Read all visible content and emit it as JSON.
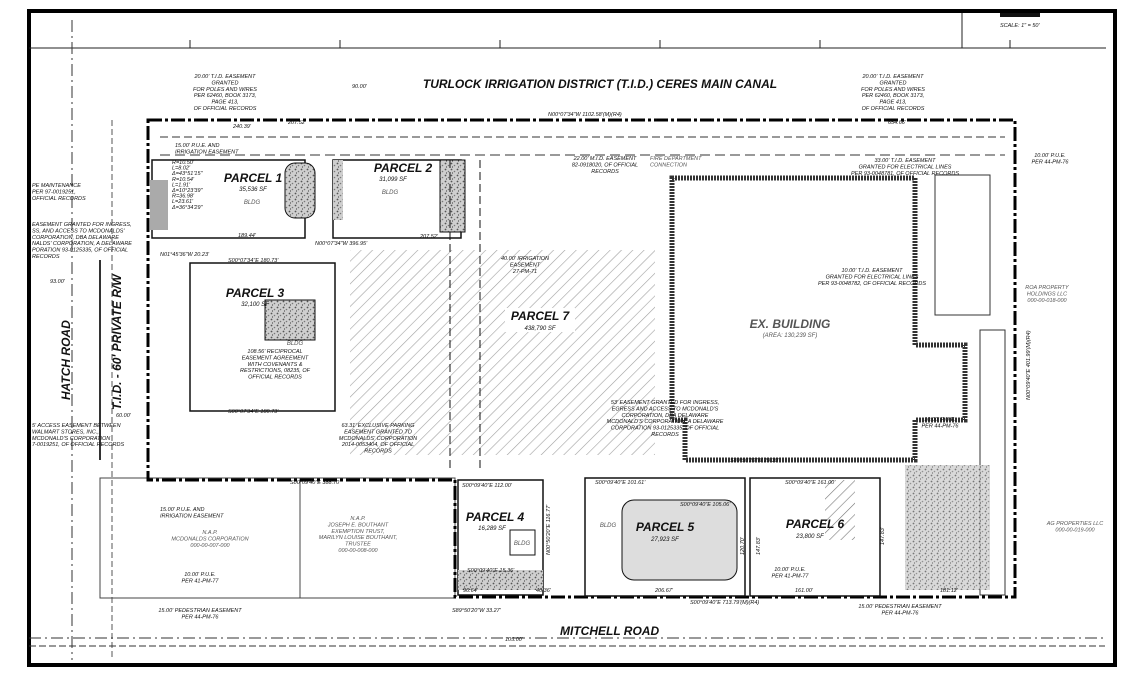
{
  "scale": "SCALE: 1\" = 50'",
  "canal_title": "TURLOCK IRRIGATION DISTRICT (T.I.D.) CERES MAIN CANAL",
  "roads": {
    "hatch": "HATCH ROAD",
    "tid": "T.I.D. - 60' PRIVATE R/W",
    "mitchell": "MITCHELL ROAD"
  },
  "parcels": [
    {
      "label": "PARCEL 1",
      "area": "35,536 SF",
      "bldg": "BLDG"
    },
    {
      "label": "PARCEL 2",
      "area": "31,099 SF",
      "bldg": "BLDG"
    },
    {
      "label": "PARCEL 3",
      "area": "32,100 SF",
      "bldg": "BLDG"
    },
    {
      "label": "PARCEL 4",
      "area": "16,289 SF",
      "bldg": "BLDG"
    },
    {
      "label": "PARCEL 5",
      "area": "27,923 SF",
      "bldg": "BLDG"
    },
    {
      "label": "PARCEL 6",
      "area": "23,800 SF"
    },
    {
      "label": "PARCEL 7",
      "area": "438,790 SF"
    }
  ],
  "ex_building": {
    "label": "EX. BUILDING",
    "area": "(AREA: 130,239 SF)"
  },
  "notes": {
    "tid_nw": [
      "20.00' T.I.D. EASEMENT",
      "GRANTED",
      "FOR POLES AND WIRES",
      "PER 62460, BOOK 3173,",
      "PAGE 413,",
      "OF OFFICIAL RECORDS"
    ],
    "tid_ne": [
      "20.00' T.I.D. EASEMENT",
      "GRANTED",
      "FOR POLES AND WIRES",
      "PER 62460, BOOK 3173,",
      "PAGE 413,",
      "OF OFFICIAL RECORDS"
    ],
    "pue_irr_n": [
      "15.00' P.U.E. AND",
      "IRRIGATION EASEMENT"
    ],
    "curves": [
      "R=10.50'",
      "L=8.02'",
      "Δ=43°51'15\"",
      "R=10.54'",
      "L=1.91'",
      "Δ=10°23'39\"",
      "R=36.98'",
      "L=23.61'",
      "Δ=36°34'29\""
    ],
    "mid": [
      "22.00' M.I.D. EASEMENT",
      "82-0918020, OF OFFICIAL",
      "RECORDS"
    ],
    "fire": [
      "FIRE DEPARTMENT",
      "CONNECTION"
    ],
    "tid33": [
      "33.00' T.I.D. EASEMENT",
      "GRANTED FOR ELECTRICAL LINES",
      "PER 93-0048781, OF OFFICIAL RECORDS"
    ],
    "pue_ne": [
      "10.00' P.U.E.",
      "PER 44-PM-76"
    ],
    "landscape": [
      "PE MAINTENANCE",
      "PER 97-0019251,",
      "OFFICIAL RECORDS"
    ],
    "ingress_w": [
      "EASEMENT GRANTED FOR INGRESS,",
      "SS, AND ACCESS TO MCDONALDS'",
      "CORPORATION, DBA DELAWARE",
      "NALDS' CORPORATION, A DELAWARE",
      "PORATION 93-0125335, OF OFFICIAL",
      "RECORDS"
    ],
    "access_w": [
      "5' ACCESS EASEMENT BETWEEN",
      "WALMART STORES, INC.,",
      "MCDONALD'S CORPORATION",
      "7-0019251, OF OFFICIAL RECORDS"
    ],
    "irr40": [
      "40.00' IRRIGATION",
      "EASEMENT",
      "27-PM-71"
    ],
    "recip": [
      "108.56' RECIPROCAL",
      "EASEMENT AGREEMENT",
      "WITH COVENANTS &",
      "RESTRICTIONS, 08235, OF",
      "OFFICIAL RECORDS"
    ],
    "tid10": [
      "10.00' T.I.D. EASEMENT",
      "GRANTED FOR ELECTRICAL LINES",
      "PER 93-0048782, OF OFFICIAL RECORDS"
    ],
    "roa": [
      "ROA PROPERTY",
      "HOLDINGS LLC",
      "000-00-018-000"
    ],
    "pue_e": [
      "10.00' P.U.E.",
      "PER 44-PM-76"
    ],
    "excl_parking": [
      "63.31' EXCLUSIVE PARKING",
      "EASEMENT GRANTED TO",
      "MCDONALDS' CORPORATION",
      "2014-0053404, OF OFFICIAL",
      "RECORDS"
    ],
    "ingress53": [
      "53' EASEMENT GRANTED FOR INGRESS,",
      "EGRESS AND ACCESS TO MCDONALD'S",
      "CORPORATION, DBA DELAWARE",
      "MCDONALD'S CORPORATION, A DELAWARE",
      "CORPORATION 93-0125335, OF OFFICIAL",
      "RECORDS"
    ],
    "pue_irr_s": [
      "15.00' P.U.E. AND",
      "IRRIGATION EASEMENT"
    ],
    "nap_mcd": [
      "N.A.P.",
      "MCDONALDS CORPORATION",
      "000-00-007-000"
    ],
    "nap_bouthant": [
      "N.A.P.",
      "JOSEPH E. BOUTHANT",
      "EXEMPTION TRUST,",
      "MARILYN LOUISE BOUTHANT,",
      "TRUSTEE",
      "000-00-008-000"
    ],
    "pue_sw": [
      "10.00' P.U.E.",
      "PER 41-PM-77"
    ],
    "ped_sw": [
      "15.00' PEDESTRIAN EASEMENT",
      "PER 44-PM-76"
    ],
    "pue_p6": [
      "10.00' P.U.E.",
      "PER 41-PM-77"
    ],
    "ped_se": [
      "15.00' PEDESTRIAN EASEMENT",
      "PER 44-PM-76"
    ],
    "ag": [
      "AG PROPERTIES LLC",
      "000-00-019-000"
    ]
  },
  "dims": {
    "d90": "90.00'",
    "north": "N00°07'34\"W 1102.58'(M)(R4)",
    "d240": "240.39'",
    "d207a": "207.52'",
    "d654": "654.66'",
    "d189": "189.44'",
    "n396": "N00°07'34\"W 396.95'",
    "n20": "N01°45'36\"W 20.23'",
    "s180a": "S00°07'34\"E 180.73'",
    "s180b": "S00°07'34\"E 180.73'",
    "d207b": "207.52'",
    "d93": "93.00'",
    "d60": "60.00'",
    "east": "N00°09'40\"E 401.99'(M)(R4)",
    "s29": "S89°50'20\"W 29.30'",
    "s388": "S00°09'40\"E 388.70'",
    "s112": "S00°09'40\"E 112.00'",
    "s15": "S00°09'40\"E 15.36'",
    "d96": "96.64'",
    "s33": "S89°50'20\"W 33.27'",
    "d105": "105.00'",
    "n116": "N00°50'20\"E 116.77'",
    "d46": "46.36'",
    "s101": "S00°09'40\"E 101.61'",
    "s105": "S00°09'40\"E 105.06'",
    "d120": "120.70'",
    "d206": "206.67'",
    "south": "S00°09'40\"E 713.79'(M)(R4)",
    "s161": "S00°09'40\"E 161.00'",
    "d161": "161.00'",
    "d147a": "147.83'",
    "d147b": "147.83'",
    "d181": "181.12'"
  },
  "colors": {
    "line": "#111111",
    "hatch": "#666666",
    "landscape": "#8a8a8a",
    "background": "#ffffff"
  }
}
